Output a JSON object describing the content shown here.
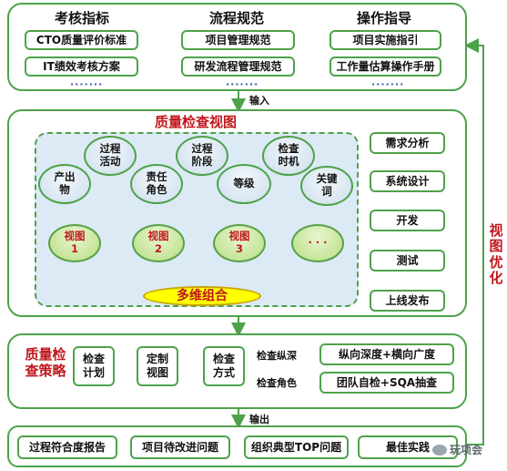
{
  "top": {
    "columns": [
      {
        "heading": "考核指标",
        "items": [
          "CTO质量评价标准",
          "IT绩效考核方案"
        ]
      },
      {
        "heading": "流程规范",
        "items": [
          "项目管理规范",
          "研发流程管理规范"
        ]
      },
      {
        "heading": "操作指导",
        "items": [
          "项目实施指引",
          "工作量估算操作手册"
        ]
      }
    ],
    "ellipsis": "·······"
  },
  "input_label": "输入",
  "middle": {
    "title": "质量检查视图",
    "dimensions": [
      "产出物",
      "过程活动",
      "责任角色",
      "过程阶段",
      "等级",
      "检查时机",
      "关键词"
    ],
    "views": [
      "视图\n1",
      "视图\n2",
      "视图\n3",
      "· · ·"
    ],
    "combo": "多维组合",
    "lifecycle": [
      "需求分析",
      "系统设计",
      "开发",
      "测试",
      "上线发布"
    ]
  },
  "strategy": {
    "title": "质量检查策略",
    "boxes": [
      "检查计划",
      "定制视图",
      "检查方式"
    ],
    "labels": [
      "检查纵深",
      "检查角色"
    ],
    "results": [
      "纵向深度+横向广度",
      "团队自检+SQA抽查"
    ]
  },
  "output_label": "输出",
  "bottom": {
    "items": [
      "过程符合度报告",
      "项目待改进问题",
      "组织典型TOP问题",
      "最佳实践"
    ]
  },
  "feedback_label": "视图优化",
  "watermark": "玩项会",
  "colors": {
    "accent_green": "#4ea24a",
    "title_red": "#c0171c",
    "dashed_fill": "#dceaf6",
    "combo_fill": "#ffff00"
  }
}
